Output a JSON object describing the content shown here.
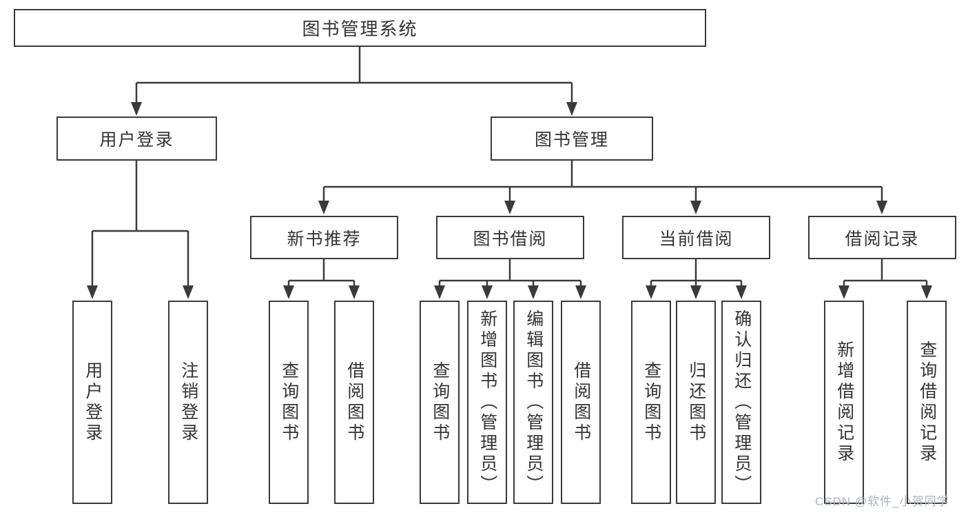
{
  "colors": {
    "box_border": "#3a3a3a",
    "box_fill": "#ffffff",
    "text": "#333333",
    "connector_line": "#3a3a3a",
    "watermark": "#aeb3bb"
  },
  "tree": {
    "root": {
      "label": "图书管理系统"
    },
    "branches": [
      {
        "label": "用户登录",
        "children": [
          {
            "label": "用户登录"
          },
          {
            "label": "注销登录"
          }
        ]
      },
      {
        "label": "图书管理",
        "children": [
          {
            "label": "新书推荐",
            "children": [
              {
                "label": "查询图书"
              },
              {
                "label": "借阅图书"
              }
            ]
          },
          {
            "label": "图书借阅",
            "children": [
              {
                "label": "查询图书"
              },
              {
                "label": "新增图书（管理员）"
              },
              {
                "label": "编辑图书（管理员）"
              },
              {
                "label": "借阅图书"
              }
            ]
          },
          {
            "label": "当前借阅",
            "children": [
              {
                "label": "查询图书"
              },
              {
                "label": "归还图书"
              },
              {
                "label": "确认归还（管理员）"
              }
            ]
          },
          {
            "label": "借阅记录",
            "children": [
              {
                "label": "新增借阅记录"
              },
              {
                "label": "查询借阅记录"
              }
            ]
          }
        ]
      }
    ]
  },
  "watermark": {
    "text": "CSDN @软件_小贺同学"
  }
}
